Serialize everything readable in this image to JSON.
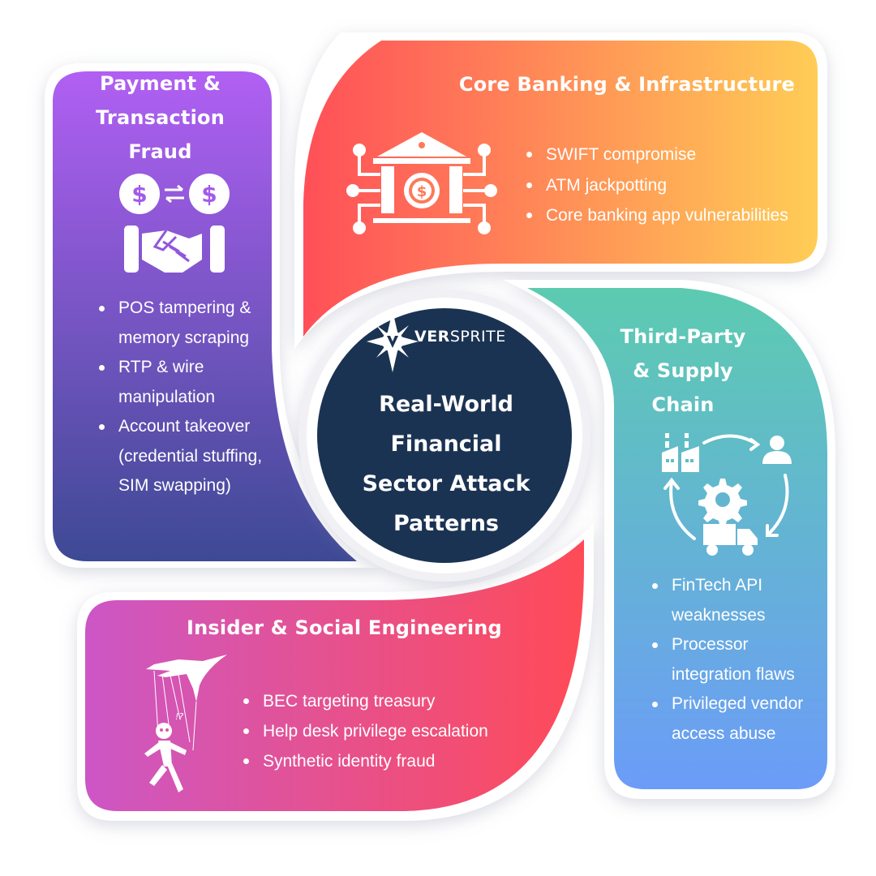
{
  "center": {
    "logo_text_bold": "VER",
    "logo_text_regular": "SPRITE",
    "title_lines": [
      "Real-World",
      "Financial",
      "Sector Attack",
      "Patterns"
    ]
  },
  "sections": [
    {
      "id": "payment",
      "title_lines": [
        "Payment &",
        "Transaction",
        "Fraud"
      ],
      "icon": "handshake-money-exchange-icon",
      "bullets": [
        "POS tampering & memory scraping",
        "RTP & wire manipulation",
        "Account takeover (credential stuffing, SIM swapping)"
      ],
      "bullet_lines": [
        "POS tampering &",
        "memory scraping",
        "RTP & wire",
        "manipulation",
        "Account takeover",
        "(credential stuffing,",
        "SIM swapping)"
      ],
      "gradient": [
        "#b15ff3",
        "#3d4a94"
      ]
    },
    {
      "id": "core-banking",
      "title_lines": [
        "Core Banking & Infrastructure"
      ],
      "icon": "bank-circuit-icon",
      "bullets": [
        "SWIFT compromise",
        "ATM jackpotting",
        "Core banking app vulnerabilities"
      ],
      "gradient": [
        "#ff4f58",
        "#ffcd57"
      ]
    },
    {
      "id": "third-party",
      "title_lines": [
        "Third-Party",
        "& Supply",
        "Chain"
      ],
      "icon": "supply-chain-cycle-icon",
      "bullets": [
        "FinTech API weaknesses",
        "Processor integration flaws",
        "Privileged vendor access abuse"
      ],
      "bullet_lines": [
        "FinTech API",
        "weaknesses",
        "Processor",
        "integration flaws",
        "Privileged vendor",
        "access abuse"
      ],
      "gradient": [
        "#5ccbb0",
        "#6c9cf8"
      ]
    },
    {
      "id": "insider",
      "title_lines": [
        "Insider & Social Engineering"
      ],
      "icon": "puppet-master-icon",
      "bullets": [
        "BEC targeting treasury",
        "Help desk privilege escalation",
        "Synthetic identity fraud"
      ],
      "gradient": [
        "#cc57c6",
        "#ff4b57"
      ]
    }
  ],
  "colors": {
    "center_circle": "#1b3353",
    "payment_top": "#b15ff3",
    "payment_bottom": "#3d4a94",
    "core_left": "#ff4f58",
    "core_right": "#ffcd57",
    "third_top": "#5ccbb0",
    "third_bottom": "#6c9cf8",
    "insider_left": "#cc57c6",
    "insider_right": "#ff4b57"
  }
}
